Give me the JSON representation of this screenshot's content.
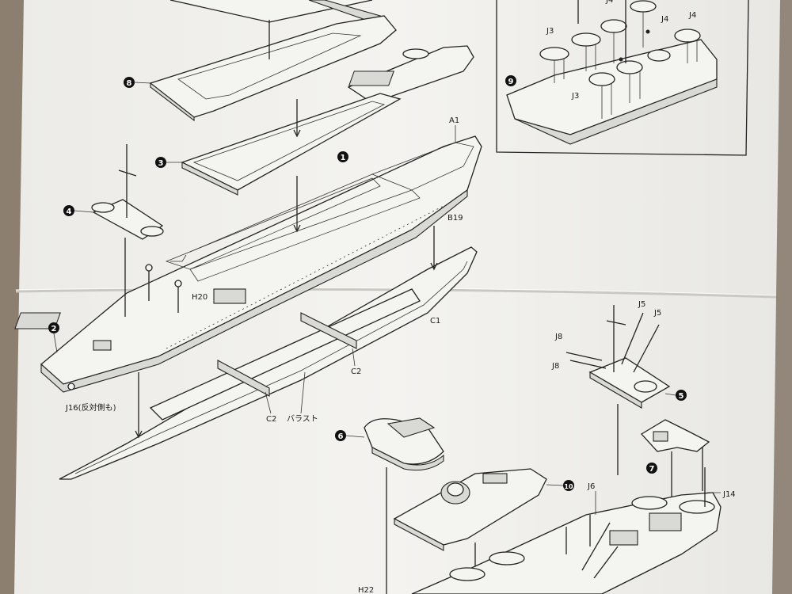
{
  "steps": [
    {
      "id": "step-8",
      "num": "8"
    },
    {
      "id": "step-3",
      "num": "3"
    },
    {
      "id": "step-1",
      "num": "1"
    },
    {
      "id": "step-4",
      "num": "4"
    },
    {
      "id": "step-2",
      "num": "2"
    },
    {
      "id": "step-9",
      "num": "9"
    },
    {
      "id": "step-5",
      "num": "5"
    },
    {
      "id": "step-6",
      "num": "6"
    },
    {
      "id": "step-7",
      "num": "7"
    },
    {
      "id": "step-10",
      "num": "10"
    }
  ],
  "labels": {
    "a1": "A1",
    "b19": "B19",
    "h20": "H20",
    "c1": "C1",
    "c2_a": "C2",
    "c2_b": "C2",
    "ballast": "バラスト",
    "j16": "J16(反対側も)",
    "j3_a": "J3",
    "j3_b": "J3",
    "j4_a": "J4",
    "j4_b": "J4",
    "j4_c": "J4",
    "j5_a": "J5",
    "j5_b": "J5",
    "j8_a": "J8",
    "j8_b": "J8",
    "j6": "J6",
    "j14": "J14",
    "h22": "H22"
  },
  "colors": {
    "paper": "#f2f1ee",
    "paper_shade": "#e4e3df",
    "background": "#8c7f70",
    "ink": "#222222"
  }
}
